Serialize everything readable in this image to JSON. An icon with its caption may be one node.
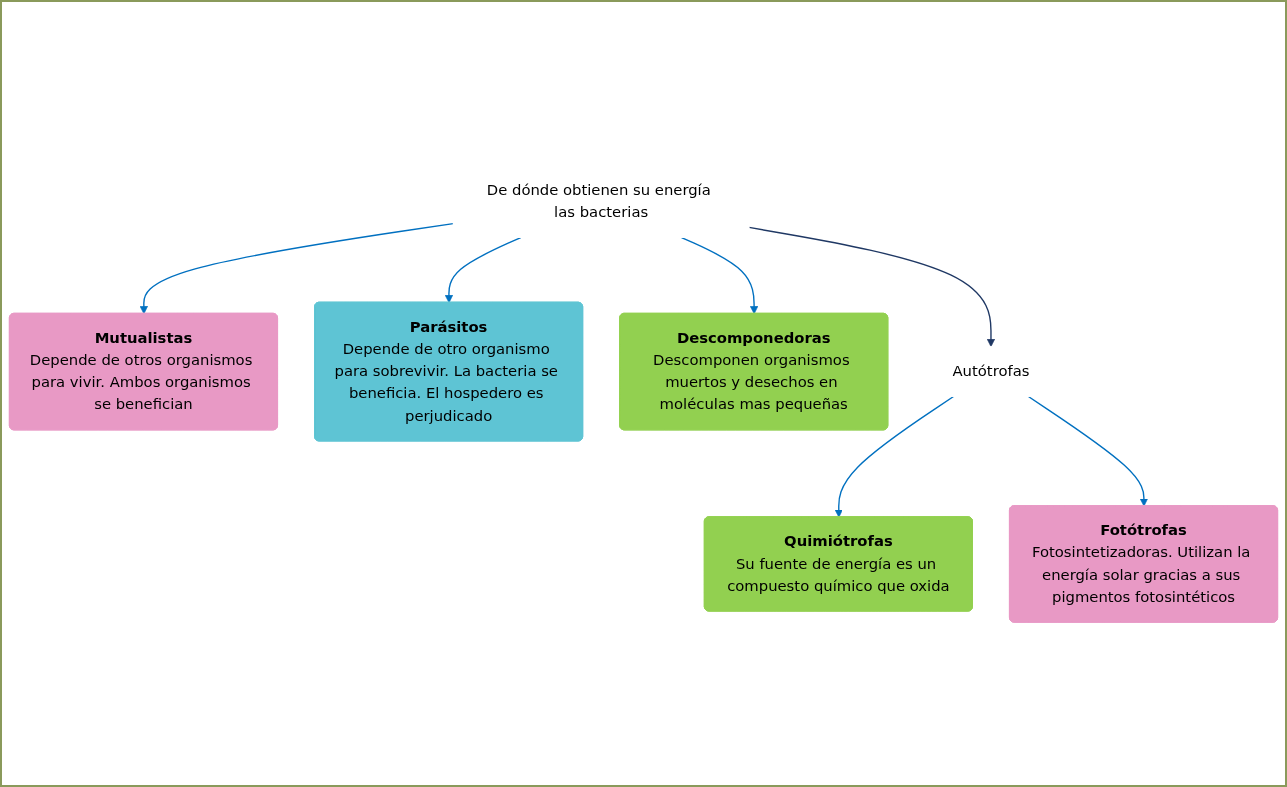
{
  "diagram": {
    "nodes": [
      {
        "text": [
          "Mutualistas",
          "Depende de otros organismos para vivir. Ambos organismos se benefician"
        ]
      },
      {
        "text": [
          "Parásitos",
          "Depende de otro organismo para sobrevivir. La bacteria se beneficia. El hospedero es perjudicado"
        ]
      },
      {
        "text": [
          "Descomponedoras",
          "Descomponen organismos muertos y desechos en moléculas mas pequeñas"
        ]
      },
      {
        "text": [
          "Quimiótrofas",
          "Su fuente de energía es un compuesto químico que oxida"
        ]
      },
      {
        "text": [
          "De dónde obtienen su energía las bacterias"
        ]
      },
      {
        "text": [
          "Fotótrofas",
          "Fotosintetizadoras. Utilizan la energía solar gracias a sus pigmentos fotosintéticos"
        ]
      },
      {
        "text": [
          "Autótrofas"
        ]
      }
    ],
    "edges": [
      {
        "from": 4,
        "to": 0,
        "arrow": "to"
      },
      {
        "from": 4,
        "to": 1,
        "arrow": "to"
      },
      {
        "from": 4,
        "to": 2,
        "arrow": "to"
      },
      {
        "from": 4,
        "to": 6,
        "arrow": "to",
        "color": "#1f3864"
      },
      {
        "from": 6,
        "to": 3,
        "arrow": "to"
      },
      {
        "from": 6,
        "to": 5,
        "arrow": "to"
      }
    ]
  }
}
